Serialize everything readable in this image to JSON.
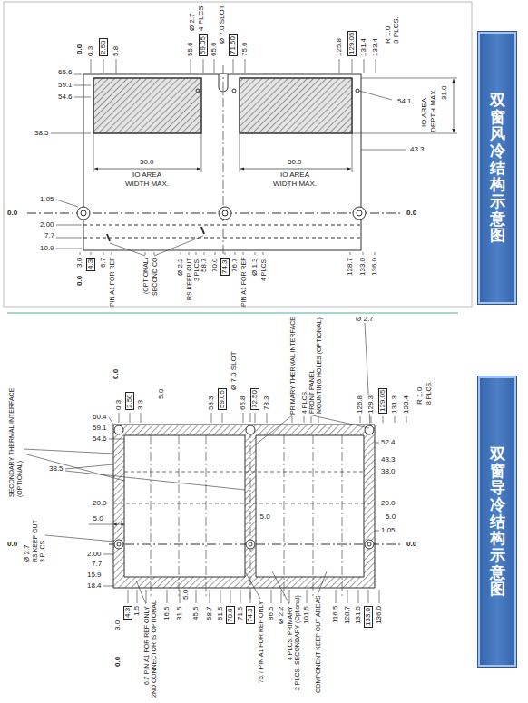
{
  "diagram": {
    "nodes": [
      {
        "text": [
          "双窗风冷结构示意图"
        ]
      },
      {
        "text": [
          "双窗导冷结构示意图"
        ]
      }
    ],
    "labels": [
      "0.0",
      "0.3",
      "2.50",
      "5.8",
      "Ø 2.7",
      "4 PLCS.",
      "55.6",
      "59.05",
      "65.6",
      "Ø 7.0 SLOT",
      "71.50",
      "75.6",
      "125.8",
      "129.05",
      "131.4",
      "133.4",
      "R 1.0",
      "3 PLCS.",
      "65.6",
      "59.1",
      "54.6",
      "38.5",
      "1.05",
      "0.0",
      "2.00",
      "7.7",
      "10.9",
      "54.1",
      "IO AREA",
      "DEPTH MAX.",
      "31.0",
      "43.3",
      "0.0",
      "50.0",
      "IO AREA",
      "WIDTH MAX.",
      "50.0",
      "IO AREA",
      "WIDTH MAX.",
      "3.0",
      "0.0",
      "4.3",
      "6.7",
      "PIN A1 FOR REF",
      "SECOND CO",
      "(OPTIONAL)",
      "Ø 2.2",
      "RS KEEP OUT",
      "3 PLCS.",
      "58.7",
      "70.0",
      "74.3",
      "76.7",
      "PIN A1 FOR REF",
      "Ø 1.3",
      "4 PLCS.",
      "128.7",
      "133.0",
      "136.0",
      "0.0",
      "0.3",
      "2.50",
      "3.3",
      "5.0",
      "58.3",
      "59.05",
      "Ø 7.0 SLOT",
      "65.8",
      "72.50",
      "73.3",
      "PRIMARY THERMAL INTERFACE",
      "4 PLCS.",
      "FRONT PANEL",
      "MOUNTING HOLES (OPTIONAL)",
      "Ø 2.7",
      "126.8",
      "128.3",
      "129.05",
      "131.3",
      "133.4",
      "R 1.0",
      "8 PLCS.",
      "SECONDARY THERMAL INTERFACE",
      "(OPTIONAL)",
      "60.4",
      "59.1",
      "54.6",
      "38.5",
      "20.0",
      "5.0",
      "Ø 2.7",
      "RS KEEP OUT",
      "3 PLCS.",
      "0.0",
      "2.00",
      "7.7",
      "15.9",
      "18.4",
      "52.4",
      "43.3",
      "38.0",
      "20.0",
      "5.0",
      "5.0",
      "1.05",
      "0.0",
      "5.0",
      "3.0",
      "0.0",
      "4.3",
      "1.5",
      "6.7 PIN A1 FOR REF ONLY",
      "2ND CONNECTOR IS OPTIONAL",
      "16.5",
      "31.5",
      "45.5",
      "58.7",
      "61.5",
      "70.0",
      "71.5",
      "74.3",
      "76.7 PIN A1 FOR REF ONLY",
      "86.5",
      "Ø 2.2",
      "4 PLCS. PRIMARY",
      "2 PLCS. SECONDARY (Optional)",
      "101.5",
      "COMPONENT KEEP OUT AREAS",
      "116.5",
      "128.7",
      "131.5",
      "133.0",
      "136.0"
    ]
  }
}
